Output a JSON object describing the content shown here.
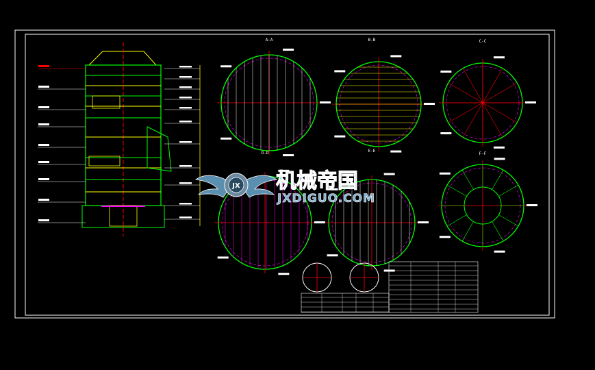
{
  "sections": {
    "a": "A-A",
    "b": "B-B",
    "c": "C-C",
    "d": "D-D",
    "e": "E-E",
    "f": "F-F"
  },
  "watermark": {
    "cn": "机械帝国",
    "en": "JXDIGUO.COM",
    "logo_letters": "JX"
  },
  "colors": {
    "background": "#000000",
    "frame": "#ffffff",
    "green": "#00ff00",
    "yellow": "#ffff00",
    "magenta": "#ff00ff",
    "red": "#ff0000",
    "cyan": "#00ffff",
    "white": "#ffffff"
  }
}
